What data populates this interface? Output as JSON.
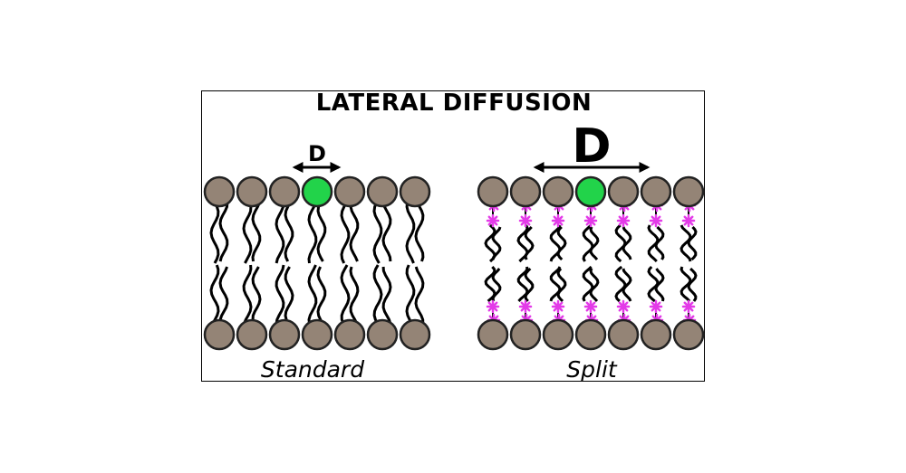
{
  "title": "LATERAL DIFFUSION",
  "panels": [
    {
      "caption": "Standard",
      "d_label": "D"
    },
    {
      "caption": "Split",
      "d_label": "D"
    }
  ],
  "colors": {
    "lipid_head": "#948476",
    "probe": "#22d34a",
    "split_marker": "#e33be8",
    "tail": "#000000"
  }
}
